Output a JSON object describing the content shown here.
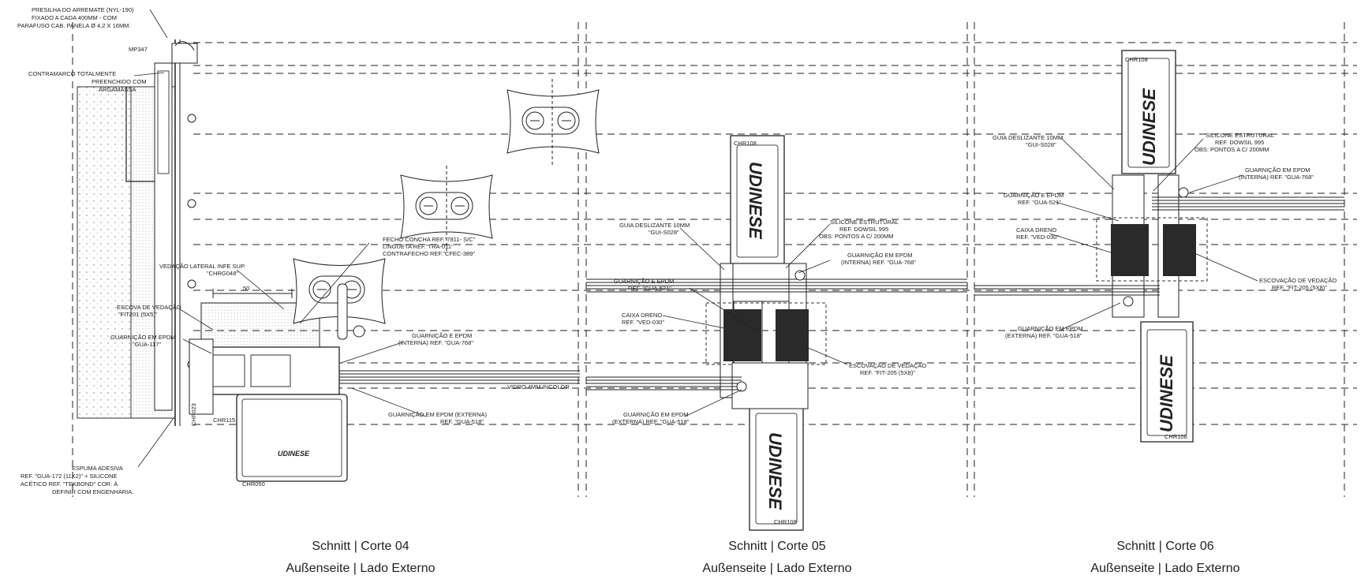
{
  "sections": [
    {
      "title": "Schnitt | Corte 04",
      "subtitle": "Außenseite | Lado Externo",
      "notes": [
        "PRESILHA DO ARREMATE (NYL-190)",
        "FIXADO A CADA 400MM - COM",
        "PARAFUSO CAB. PANELA Ø 4,2 X 16MM.",
        "MP347",
        "CONTRAMARCO TOTALMENTE",
        "PREENCHIDO COM",
        "ARGAMASSA",
        "FECHO CONCHA REF.\"7811- S/C\"",
        "LINGUETA REF.\"TRA-011\"",
        "CONTRAFECHO REF.\"CFEC-389\"",
        "VEDAÇÃO LATERAL INFE SUP.",
        "\"CHRG048\"",
        "50",
        "ESCOVA DE VEDAÇÃO",
        "\"FIT201 (5X5)\"",
        "GUARNIÇÃO EM EPDM",
        "\"GUA-117\"",
        "GUARNIÇÃO E EPDM",
        "(INTERNA) REF. \"GUA-768\"",
        "VIDRO 4MM INCOLOR",
        "GUARNIÇÃO EM EPDM (EXTERNA)",
        "REF. \"GUA-518\"",
        "CHR023",
        "CHR115",
        "CHR050",
        "UDINESE",
        "ESPUMA ADESIVA",
        "REF. \"GUA-172 (11X2)\" + SILICONE",
        "ACÉTICO REF. \"TEKBOND\" COR: À",
        "DEFINIR COM ENGENHARIA."
      ]
    },
    {
      "title": "Schnitt | Corte 05",
      "subtitle": "Außenseite | Lado Externo",
      "notes": [
        "CHR108",
        "UDINESE",
        "SILICONE ESTRUTURAL",
        "REF. DOWSIL 995",
        "OBS: PONTOS A C/ 200MM",
        "GUIA DESLIZANTE 10MM",
        "\"GUI-S028\"",
        "GUARNIÇÃO EM EPDM",
        "(INTERNA) REF. \"GUA-768\"",
        "GUARNIÇÃO E EPDM",
        "REF. \"GUA-521\"",
        "CAIXA DRENO",
        "REF. \"VED-030\"",
        "ESCOVAÇÃO DE VEDAÇÃO",
        "REF. \"FIT-205 (5X8)\"",
        "GUARNIÇÃO EM EPDM",
        "(EXTERNA) REF. \"GUA-518\"",
        "UDINESE",
        "CHR108"
      ]
    },
    {
      "title": "Schnitt | Corte 06",
      "subtitle": "Außenseite | Lado Externo",
      "notes": [
        "CHR108",
        "UDINESE",
        "GUIA DESLIZANTE 10MM",
        "\"GUI-S028\"",
        "SILICONE ESTRUTURAL",
        "REF. DOWSIL 995",
        "OBS: PONTOS A C/ 200MM",
        "GUARNIÇÃO EM EPDM",
        "(INTERNA) REF. \"GUA-768\"",
        "GUARNIÇÃO E EPDM",
        "REF. \"GUA-521\"",
        "CAIXA DRENO",
        "REF. \"VED-030\"",
        "ESCOVAÇÃO DE VEDAÇÃO",
        "REF. \"FIT-205 (5X8)\"",
        "GUARNIÇÃO EM EPDM",
        "(EXTERNA) REF. \"GUA-518\"",
        "UDINESE",
        "CHR108"
      ]
    }
  ]
}
